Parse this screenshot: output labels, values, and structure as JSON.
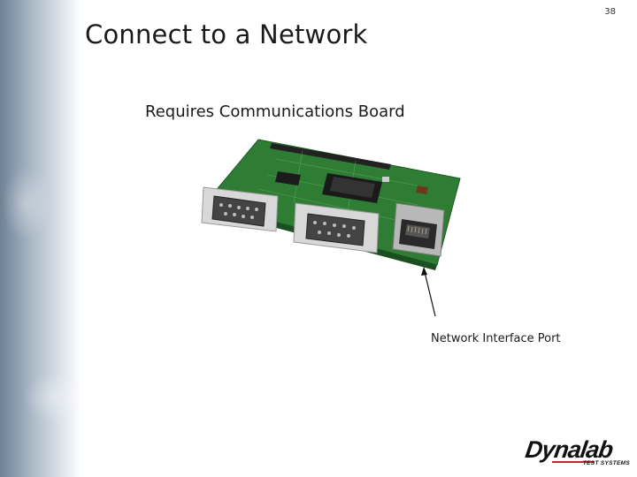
{
  "slide": {
    "number": "38",
    "title": "Connect to a Network",
    "subtitle": "Requires Communications Board",
    "callout": "Network Interface Port"
  },
  "logo": {
    "name": "Dynalab",
    "tagline": "TEST SYSTEMS"
  },
  "colors": {
    "board": "#2e7d32",
    "accent": "#c0282d",
    "sidebar": "#8a9bae"
  },
  "icons": [
    "db9-connector-icon",
    "rj45-port-icon",
    "arrow-icon"
  ]
}
